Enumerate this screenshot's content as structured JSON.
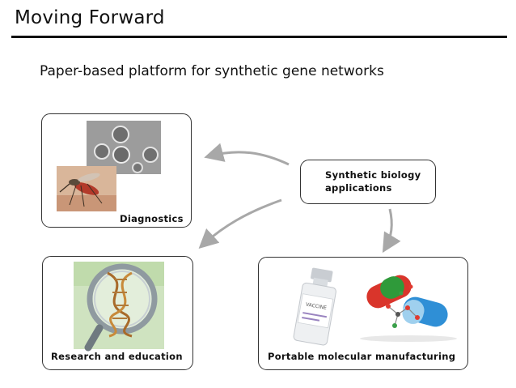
{
  "slide": {
    "title": "Moving Forward",
    "subtitle": "Paper-based platform for synthetic gene networks"
  },
  "boxes": {
    "diagnostics": {
      "label": "Diagnostics"
    },
    "synthetic": {
      "line1": "Synthetic biology",
      "line2": "applications"
    },
    "research": {
      "label": "Research and education"
    },
    "portable": {
      "label": "Portable molecular manufacturing",
      "vial_text": "VACCINE"
    }
  },
  "colors": {
    "arrow": "#a8a8a8",
    "box_border": "#333333",
    "title_rule": "#111111"
  }
}
